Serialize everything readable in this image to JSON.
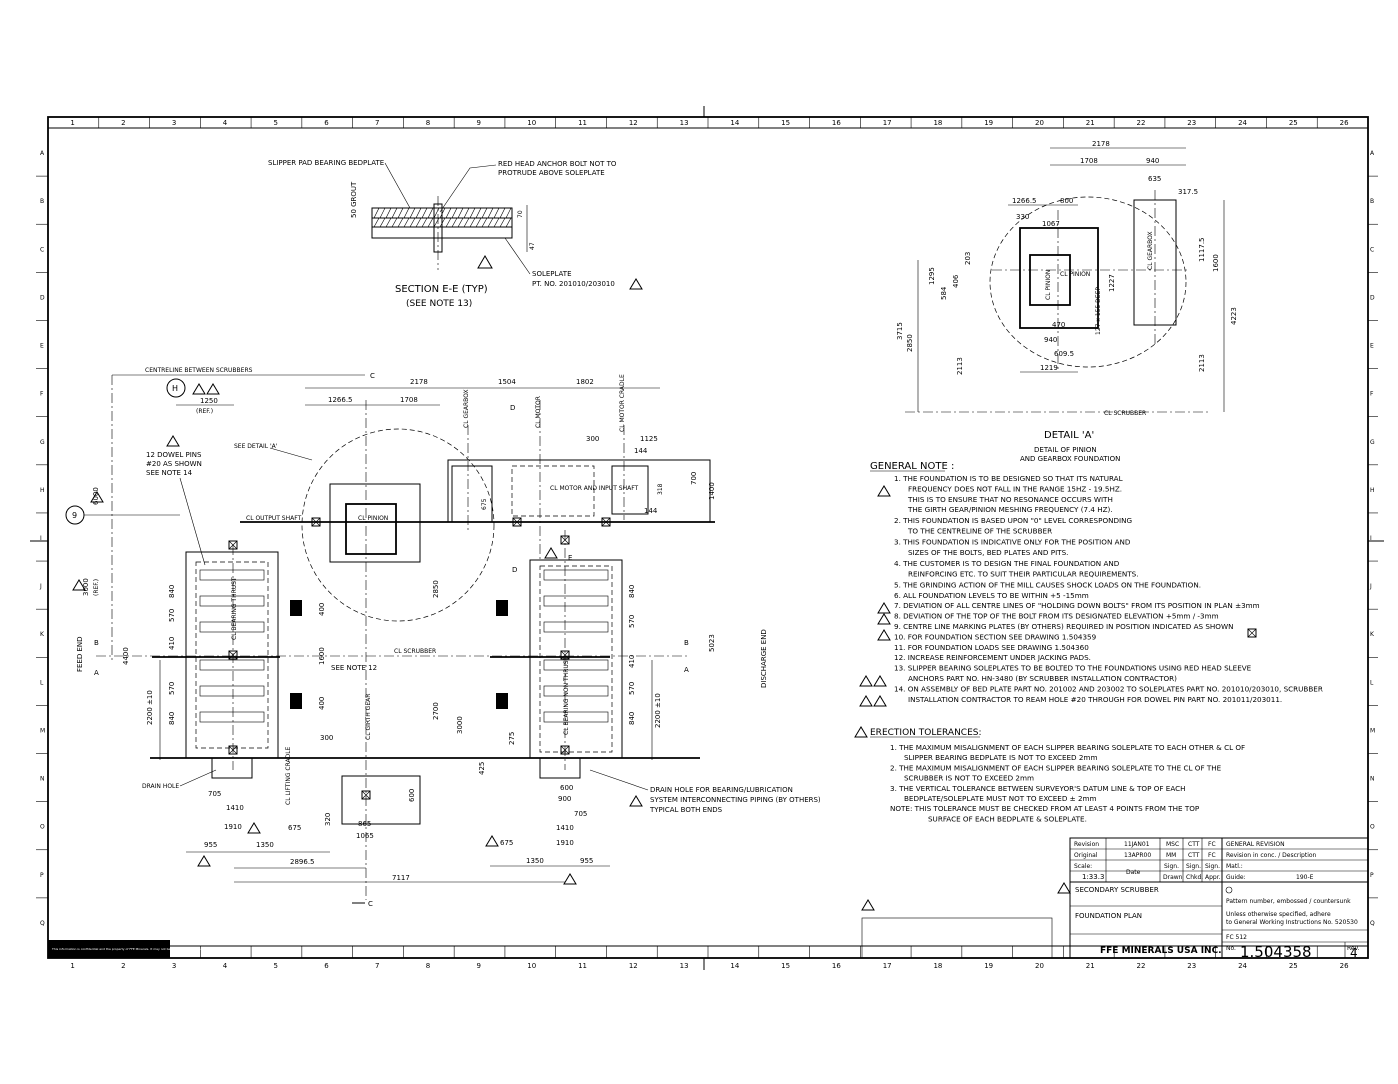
{
  "frame": {
    "cols": [
      "1",
      "2",
      "3",
      "4",
      "5",
      "6",
      "7",
      "8",
      "9",
      "10",
      "11",
      "12",
      "13",
      "14",
      "15",
      "16",
      "17",
      "18",
      "19",
      "20",
      "21",
      "22",
      "23",
      "24",
      "25",
      "26"
    ],
    "rows": [
      "A",
      "B",
      "C",
      "D",
      "E",
      "F",
      "G",
      "H",
      "I",
      "J",
      "K",
      "L",
      "M",
      "N",
      "O",
      "P",
      "Q"
    ]
  },
  "section_ee": {
    "label_beddplate": "SLIPPER PAD BEARING BEDPLATE",
    "label_anchor_1": "RED HEAD ANCHOR BOLT NOT TO",
    "label_anchor_2": "PROTRUDE ABOVE SOLEPLATE",
    "grout": "50 GROUT",
    "dim_70": "70",
    "dim_47": "47",
    "soleplate": "SOLEPLATE",
    "part_no": "PT. NO. 201010/203010",
    "title": "SECTION E-E (TYP)",
    "subtitle": "(SEE NOTE 13)"
  },
  "detail_a": {
    "title": "DETAIL 'A'",
    "sub1": "DETAIL OF PINION",
    "sub2": "AND GEARBOX FOUNDATION",
    "dims": {
      "d2178": "2178",
      "d1708": "1708",
      "d940": "940",
      "d635": "635",
      "d3175": "317.5",
      "d12665": "1266.5",
      "d800": "800",
      "d330": "330",
      "d1067": "1067",
      "d1295": "1295",
      "d406": "406",
      "d203": "203",
      "d584": "584",
      "d1227": "1227",
      "d11175": "1117.5",
      "d1600": "1600",
      "d4223": "4223",
      "d3715": "3715",
      "d2850": "2850",
      "d2113a": "2113",
      "d2113b": "2113",
      "d470": "470",
      "d940b": "940",
      "d6095": "609.5",
      "d1219": "1219",
      "deep": "127 x 155 DEEP"
    },
    "labels": {
      "pinion": "CL PINION",
      "gearbox": "CL GEARBOX",
      "cl_pinion2": "CL PINION",
      "scrubber": "CL SCRUBBER"
    }
  },
  "plan": {
    "centreline": "CENTRELINE BETWEEN SCRUBBERS",
    "h_marker": "H",
    "d1250": "1250",
    "ref": "(REF.)",
    "d2178": "2178",
    "d1504": "1504",
    "d1802": "1802",
    "d12665": "1266.5",
    "d1708": "1708",
    "gearbox": "CL GEARBOX",
    "motor": "CL MOTOR",
    "drive_cradle": "CL MOTOR CRADLE",
    "d300": "300",
    "d1125": "1125",
    "d144a": "144",
    "d144b": "144",
    "d700": "700",
    "d1400": "1400",
    "d318": "318",
    "d675": "675",
    "motor_shaft": "CL MOTOR AND INPUT SHAFT",
    "output_shaft": "CL OUTPUT SHAFT",
    "cl_pinion": "CL PINION",
    "see_detail": "SEE DETAIL 'A'",
    "dowel_1": "12 DOWEL PINS",
    "dowel_2": "#20 AS SHOWN",
    "dowel_3": "SEE NOTE 14",
    "marker_9": "9",
    "d6000": "6000",
    "d3000": "3000",
    "ref2": "(REF.)",
    "feed_end": "FEED END",
    "d4400": "4400",
    "discharge_end": "DISCHARGE END",
    "d5023": "5023",
    "cl_scrubber": "CL SCRUBBER",
    "d840a": "840",
    "d570a": "570",
    "d410a": "410",
    "d570b": "570",
    "d840b": "840",
    "d2200a": "2200 ±10",
    "d2200b": "2200 ±10",
    "d840c": "840",
    "d570c": "570",
    "d410b": "410",
    "d570d": "570",
    "d840d": "840",
    "d400a": "400",
    "d400b": "400",
    "d1600": "1600",
    "d2850": "2850",
    "d2700": "2700",
    "d3000b": "3000",
    "see_note12": "SEE NOTE 12",
    "cl_girth": "CL GIRTH GEAR",
    "d300b": "300",
    "d275": "275",
    "d425": "425",
    "d705a": "705",
    "d1410a": "1410",
    "d1910a": "1910",
    "d955a": "955",
    "d1350a": "1350",
    "d675b": "675",
    "d28965": "2896.5",
    "cl_lifting": "CL LIFTING CRADLE",
    "d320": "320",
    "d865": "865",
    "d1065": "1065",
    "d600a": "600",
    "d600b": "600",
    "d900": "900",
    "d705b": "705",
    "d1410b": "1410",
    "d1910b": "1910",
    "d675c": "675",
    "d1350b": "1350",
    "d955b": "955",
    "d7117": "7117",
    "drain_hole": "DRAIN HOLE",
    "drain_1": "DRAIN HOLE FOR BEARING/LUBRICATION",
    "drain_2": "SYSTEM INTERCONNECTING PIPING (BY OTHERS)",
    "drain_3": "TYPICAL BOTH ENDS",
    "bearing_thrust": "CL BEARING THRUST",
    "bearing_non_thrust": "CL BEARING NON THRUST",
    "sec_c": "C",
    "sec_d": "D",
    "sec_b": "B",
    "sec_a": "A",
    "sec_e": "E"
  },
  "general_note": {
    "title": "GENERAL NOTE :",
    "lines": [
      "1. THE FOUNDATION IS TO BE DESIGNED SO THAT ITS NATURAL",
      "FREQUENCY DOES NOT FALL IN THE RANGE 15HZ - 19.5HZ.",
      "THIS IS TO ENSURE THAT NO RESONANCE OCCURS WITH",
      "THE GIRTH GEAR/PINION MESHING FREQUENCY (7.4 HZ).",
      "2. THIS FOUNDATION IS BASED UPON \"0\" LEVEL CORRESPONDING",
      "TO THE CENTRELINE OF THE SCRUBBER",
      "3. THIS FOUNDATION IS INDICATIVE ONLY FOR THE POSITION AND",
      "SIZES OF THE BOLTS, BED PLATES AND PITS.",
      "4. THE CUSTOMER IS TO DESIGN THE FINAL FOUNDATION AND",
      "REINFORCING ETC. TO SUIT THEIR PARTICULAR REQUIREMENTS.",
      "5. THE GRINDING ACTION OF THE MILL CAUSES SHOCK LOADS ON THE FOUNDATION.",
      "6. ALL FOUNDATION LEVELS TO BE WITHIN +5 -15mm",
      "7. DEVIATION OF ALL CENTRE LINES OF \"HOLDING DOWN BOLTS\" FROM ITS POSITION IN PLAN ±3mm",
      "8. DEVIATION OF THE TOP OF THE BOLT FROM ITS DESIGNATED ELEVATION +5mm / -3mm",
      "9. CENTRE LINE MARKING PLATES (BY OTHERS) REQUIRED IN POSITION INDICATED AS SHOWN",
      "10. FOR FOUNDATION SECTION SEE DRAWING 1.504359",
      "11. FOR FOUNDATION LOADS SEE DRAWING 1.504360",
      "12. INCREASE REINFORCEMENT UNDER JACKING PADS.",
      "13. SLIPPER BEARING SOLEPLATES TO BE BOLTED TO THE FOUNDATIONS USING RED HEAD SLEEVE",
      "ANCHORS PART NO. HN-3480 (BY SCRUBBER INSTALLATION CONTRACTOR)",
      "14. ON ASSEMBLY OF BED PLATE PART NO. 201002 AND 203002 TO SOLEPLATES PART NO. 201010/203010, SCRUBBER",
      "INSTALLATION CONTRACTOR TO REAM HOLE #20 THROUGH FOR DOWEL PIN PART NO. 201011/203011."
    ]
  },
  "erection": {
    "title": "ERECTION TOLERANCES:",
    "lines": [
      "1. THE MAXIMUM MISALIGNMENT OF EACH SLIPPER BEARING SOLEPLATE TO EACH OTHER & CL OF",
      "SLIPPER BEARING BEDPLATE IS NOT TO EXCEED 2mm",
      "2. THE MAXIMUM MISALIGNMENT OF EACH SLIPPER BEARING SOLEPLATE TO THE CL OF THE",
      "SCRUBBER IS NOT TO EXCEED 2mm",
      "3. THE VERTICAL TOLERANCE BETWEEN SURVEYOR'S DATUM LINE & TOP OF EACH",
      "BEDPLATE/SOLEPLATE MUST NOT TO EXCEED ± 2mm",
      "NOTE: THIS TOLERANCE MUST BE CHECKED FROM AT LEAST 4 POINTS FROM THE TOP",
      "SURFACE OF EACH BEDPLATE & SOLEPLATE."
    ]
  },
  "title_block": {
    "rev_label": "Revision",
    "rev_date": "11JAN01",
    "rev_c1": "MSC",
    "rev_c2": "CTT",
    "rev_c3": "FC",
    "rev_desc": "GENERAL REVISION",
    "orig_label": "Original",
    "orig_date": "13APR00",
    "orig_c1": "MM",
    "orig_c2": "CTT",
    "orig_c3": "FC",
    "orig_desc": "Revision in conc. / Description",
    "scale_label": "Scale:",
    "scale": "1:33.3",
    "date_label": "Date",
    "sign1": "Sign.",
    "sign2": "Sign.",
    "sign3": "Sign.",
    "drawn": "Drawn",
    "chkd": "Chkd.",
    "appr": "Appr.",
    "matl": "Matl.:",
    "guide": "Guide:",
    "guide_val": "190-E",
    "title1": "SECONDARY SCRUBBER",
    "title2": "FOUNDATION PLAN",
    "pattern": "Pattern number, embossed / countersunk",
    "unless_1": "Unless otherwise specified, adhere",
    "unless_2": "to General Working Instructions No. 520530",
    "company": "FFE MINERALS USA INC.",
    "fc": "FC 512",
    "no_label": "No.",
    "drawing_no": "1.504358",
    "rev_lbl": "Rev.",
    "rev_no": "4",
    "confidential": "This information is confidential and the property of FFE Minerals. It may not be reproduced or disclosed without written permission."
  }
}
